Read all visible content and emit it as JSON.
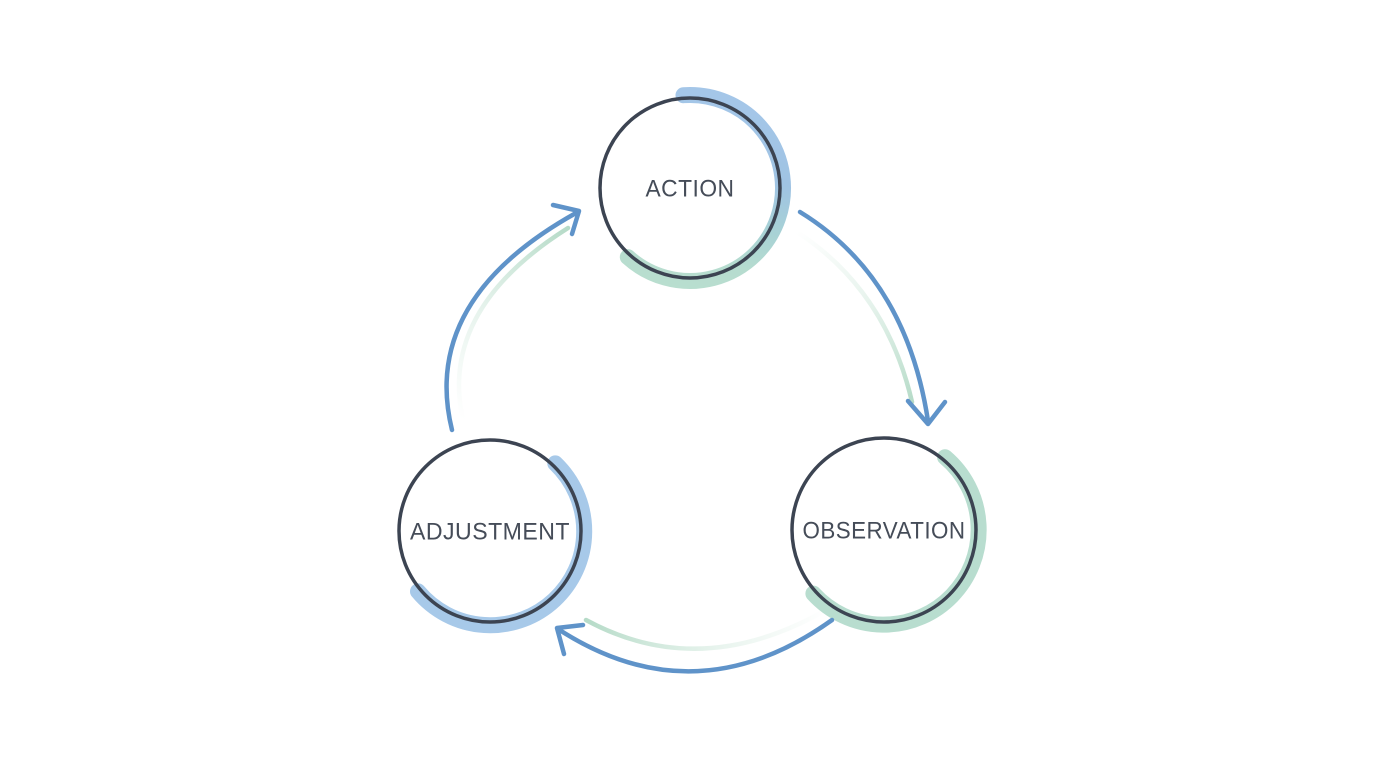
{
  "diagram": {
    "type": "cycle-diagram",
    "background": "#ffffff",
    "nodes": [
      {
        "id": "action",
        "label": "ACTION",
        "position": "top-center",
        "highlight": "blue-to-green-arc"
      },
      {
        "id": "observation",
        "label": "OBSERVATION",
        "position": "bottom-right",
        "highlight": "green-arc"
      },
      {
        "id": "adjustment",
        "label": "ADJUSTMENT",
        "position": "bottom-left",
        "highlight": "blue-arc"
      }
    ],
    "edges": [
      {
        "from": "ACTION",
        "to": "OBSERVATION",
        "style": "curved-blue-arrow-with-mint-echo"
      },
      {
        "from": "OBSERVATION",
        "to": "ADJUSTMENT",
        "style": "curved-blue-arrow-with-mint-echo"
      },
      {
        "from": "ADJUSTMENT",
        "to": "ACTION",
        "style": "curved-blue-arrow-with-mint-echo"
      }
    ],
    "colors": {
      "circle_stroke": "#3c4452",
      "label_color": "#454c58",
      "arrow_color": "#5f93c9",
      "highlight_blue": "#a7c9e9",
      "highlight_green": "#b8ddcf",
      "echo_green": "#bfe0cf"
    }
  }
}
